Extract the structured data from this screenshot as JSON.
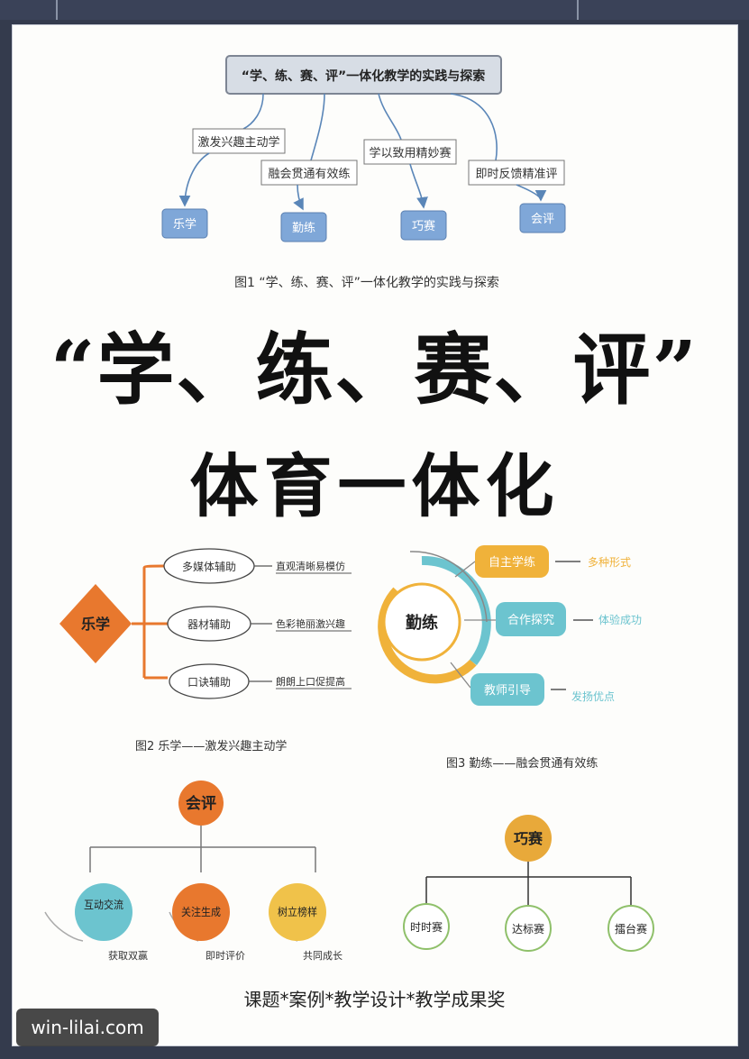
{
  "fig1": {
    "root": "“学、练、赛、评”一体化教学的实践与探索",
    "mid": [
      "激发兴趣主动学",
      "融会贯通有效练",
      "学以致用精妙赛",
      "即时反馈精准评"
    ],
    "leaves": [
      "乐学",
      "勤练",
      "巧赛",
      "会评"
    ],
    "caption": "图1 “学、练、赛、评”一体化教学的实践与探索"
  },
  "title": {
    "line1": "“学、练、赛、评”",
    "line2": "体育一体化"
  },
  "fig2": {
    "center": "乐学",
    "branches": [
      "多媒体辅助",
      "器材辅助",
      "口诀辅助"
    ],
    "notes": [
      "直观清晰易模仿",
      "色彩艳丽激兴趣",
      "朗朗上口促提高"
    ],
    "caption": "图2 乐学——激发兴趣主动学"
  },
  "fig3": {
    "center": "勤练",
    "branches": [
      "自主学练",
      "合作探究",
      "教师引导"
    ],
    "notes": [
      "多种形式",
      "体验成功",
      "发扬优点"
    ],
    "caption": "图3 勤练——融会贯通有效练"
  },
  "fig4": {
    "root": "会评",
    "children": [
      "互动交流",
      "关注生成",
      "树立榜样"
    ],
    "notes": [
      "获取双赢",
      "即时评价",
      "共同成长"
    ]
  },
  "fig5": {
    "root": "巧赛",
    "children": [
      "时时赛",
      "达标赛",
      "擂台赛"
    ]
  },
  "footer": "课题*案例*教学设计*教学成果奖",
  "watermark": "win-lilai.com",
  "colors": {
    "blue_box": "#7fa7d8",
    "orange": "#e8782e",
    "teal": "#6cc4cf",
    "gold": "#f0b23a"
  }
}
